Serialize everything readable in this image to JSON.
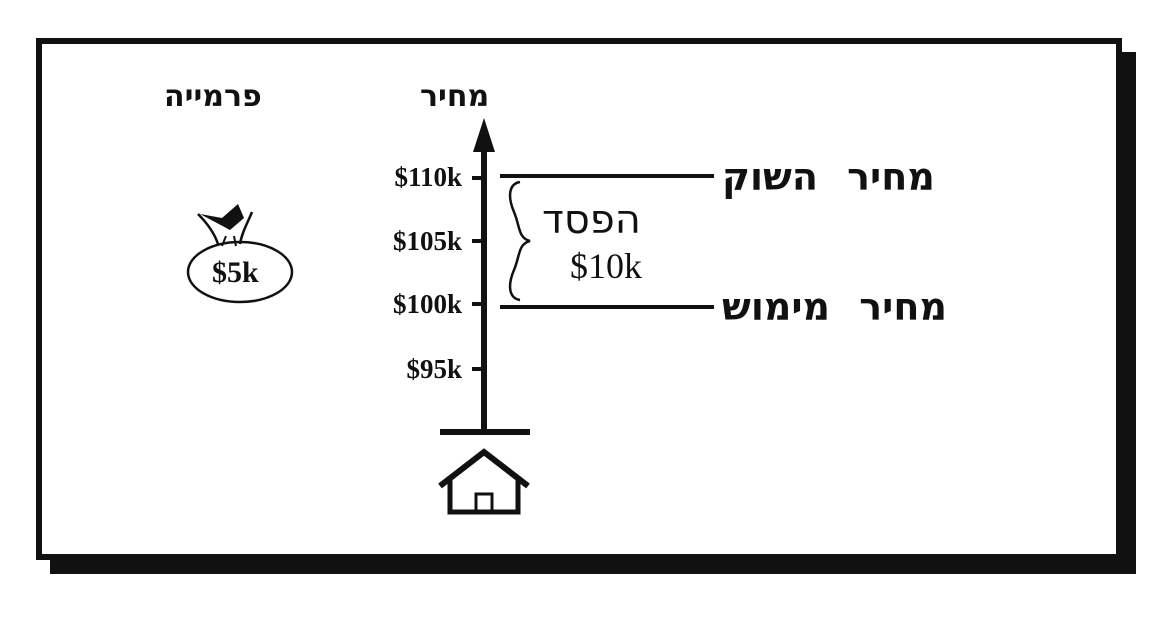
{
  "headers": {
    "price": "מחיר",
    "premium": "פרמייה"
  },
  "axis_ticks": [
    "$110k",
    "$105k",
    "$100k",
    "$95k"
  ],
  "market_price_label": "מחיר השוק",
  "strike_price_label": "מחיר מימוש",
  "loss": {
    "label": "הפסד",
    "amount": "$10k"
  },
  "premium_bag_amount": "$5k",
  "icons": [
    "money-bag-icon",
    "house-icon"
  ],
  "colors": {
    "ink": "#111111",
    "background": "#ffffff"
  }
}
